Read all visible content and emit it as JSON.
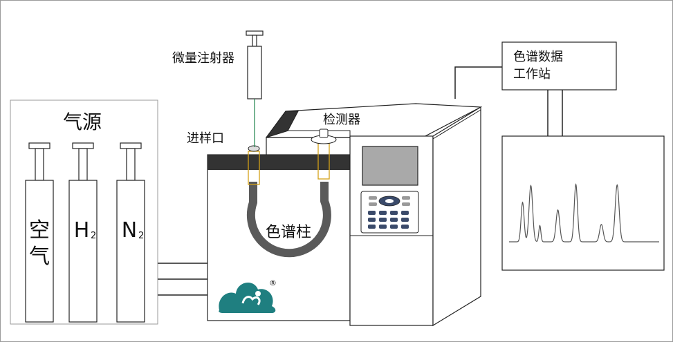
{
  "labels": {
    "gas_source": "气源",
    "syringe": "微量注射器",
    "injection_port": "进样口",
    "detector": "检测器",
    "column": "色谱柱",
    "workstation_line1": "色谱数据",
    "workstation_line2": "工作站",
    "cylinder_air_1": "空",
    "cylinder_air_2": "气",
    "cylinder_h2": "H",
    "cylinder_h2_sub": "2",
    "cylinder_n2": "N",
    "cylinder_n2_sub": "2",
    "registered_mark": "®"
  },
  "colors": {
    "logo": "#1f7f80",
    "column_tube": "#5a5a5a",
    "needle": "#2e8b57",
    "port_outline": "#d4a017",
    "top_band": "#333333",
    "screen": "#a9a9a9"
  },
  "icons": {
    "logo": "cloud-logo-icon"
  },
  "chromatogram": {
    "peaks": [
      {
        "t": 0.09,
        "h": 0.68,
        "w": 0.01
      },
      {
        "t": 0.145,
        "h": 0.97,
        "w": 0.012
      },
      {
        "t": 0.205,
        "h": 0.28,
        "w": 0.007
      },
      {
        "t": 0.325,
        "h": 0.55,
        "w": 0.012
      },
      {
        "t": 0.445,
        "h": 0.99,
        "w": 0.011
      },
      {
        "t": 0.615,
        "h": 0.3,
        "w": 0.012
      },
      {
        "t": 0.72,
        "h": 0.98,
        "w": 0.013
      }
    ]
  }
}
